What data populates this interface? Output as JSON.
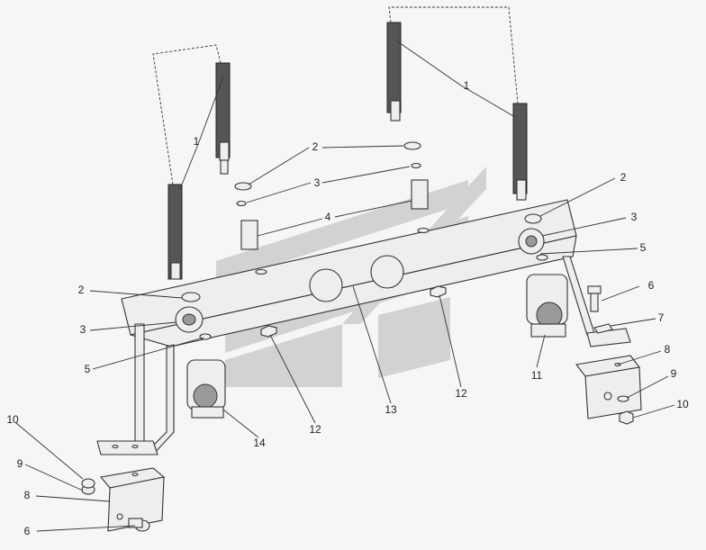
{
  "diagram": {
    "callouts": [
      {
        "id": "c1a",
        "label": "1"
      },
      {
        "id": "c1b",
        "label": "1"
      },
      {
        "id": "c2a",
        "label": "2"
      },
      {
        "id": "c2b",
        "label": "2"
      },
      {
        "id": "c2c",
        "label": "2"
      },
      {
        "id": "c3a",
        "label": "3"
      },
      {
        "id": "c3b",
        "label": "3"
      },
      {
        "id": "c3c",
        "label": "3"
      },
      {
        "id": "c4",
        "label": "4"
      },
      {
        "id": "c5a",
        "label": "5"
      },
      {
        "id": "c5b",
        "label": "5"
      },
      {
        "id": "c6a",
        "label": "6"
      },
      {
        "id": "c6b",
        "label": "6"
      },
      {
        "id": "c7",
        "label": "7"
      },
      {
        "id": "c8a",
        "label": "8"
      },
      {
        "id": "c8b",
        "label": "8"
      },
      {
        "id": "c9a",
        "label": "9"
      },
      {
        "id": "c9b",
        "label": "9"
      },
      {
        "id": "c10a",
        "label": "10"
      },
      {
        "id": "c10b",
        "label": "10"
      },
      {
        "id": "c11",
        "label": "11"
      },
      {
        "id": "c12a",
        "label": "12"
      },
      {
        "id": "c12b",
        "label": "12"
      },
      {
        "id": "c13",
        "label": "13"
      },
      {
        "id": "c14",
        "label": "14"
      }
    ],
    "colors": {
      "line": "#333333",
      "hose": "#555555",
      "watermark": "#cfcfcf",
      "background": "#f6f6f6"
    }
  }
}
